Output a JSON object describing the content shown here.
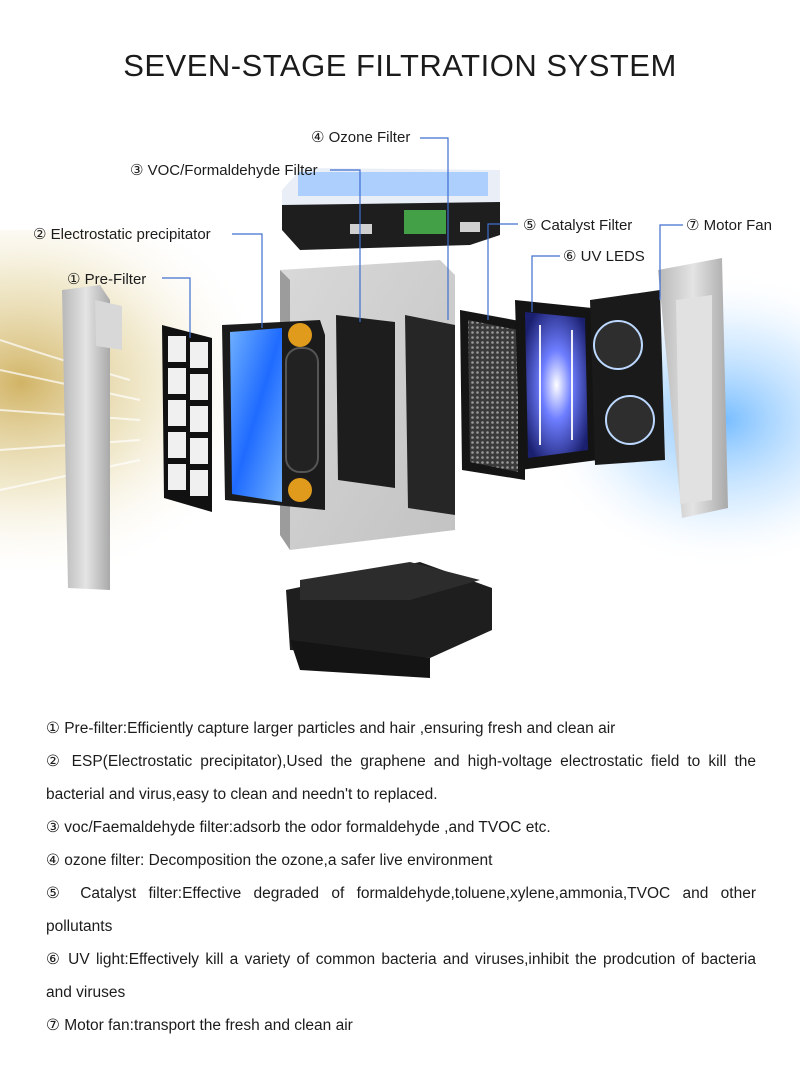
{
  "title": "SEVEN-STAGE FILTRATION SYSTEM",
  "labels": {
    "ozone": "④ Ozone Filter",
    "voc": "③ VOC/Formaldehyde Filter",
    "esp": "② Electrostatic precipitator",
    "pre": "① Pre-Filter",
    "catalyst": "⑤ Catalyst Filter",
    "motor": "⑦ Motor Fan",
    "uv": "⑥ UV LEDS"
  },
  "descriptions": [
    "① Pre-filter:Efficiently capture larger particles and hair ,ensuring fresh and clean air",
    "② ESP(Electrostatic precipitator),Used the graphene and high-voltage electrostatic field to kill the bacterial and virus,easy to clean and needn't to replaced.",
    "③ voc/Faemaldehyde filter:adsorb the odor formaldehyde ,and TVOC etc.",
    "④ ozone filter: Decomposition the ozone,a safer live environment",
    "⑤ Catalyst filter:Effective degraded of formaldehyde,toluene,xylene,ammonia,TVOC and other pollutants",
    "⑥ UV light:Effectively kill a variety of common bacteria and viruses,inhibit the prodcution of bacteria and viruses",
    "⑦ Motor fan:transport the fresh and clean air"
  ],
  "colors": {
    "leader_line": "#3f6fcf",
    "uv_glow": "#3a5cff",
    "esp_blue": "#2e7bff",
    "knob_orange": "#e09a1c",
    "housing_gray": "#c9c9c9",
    "dark_body": "#1e1e1e"
  }
}
